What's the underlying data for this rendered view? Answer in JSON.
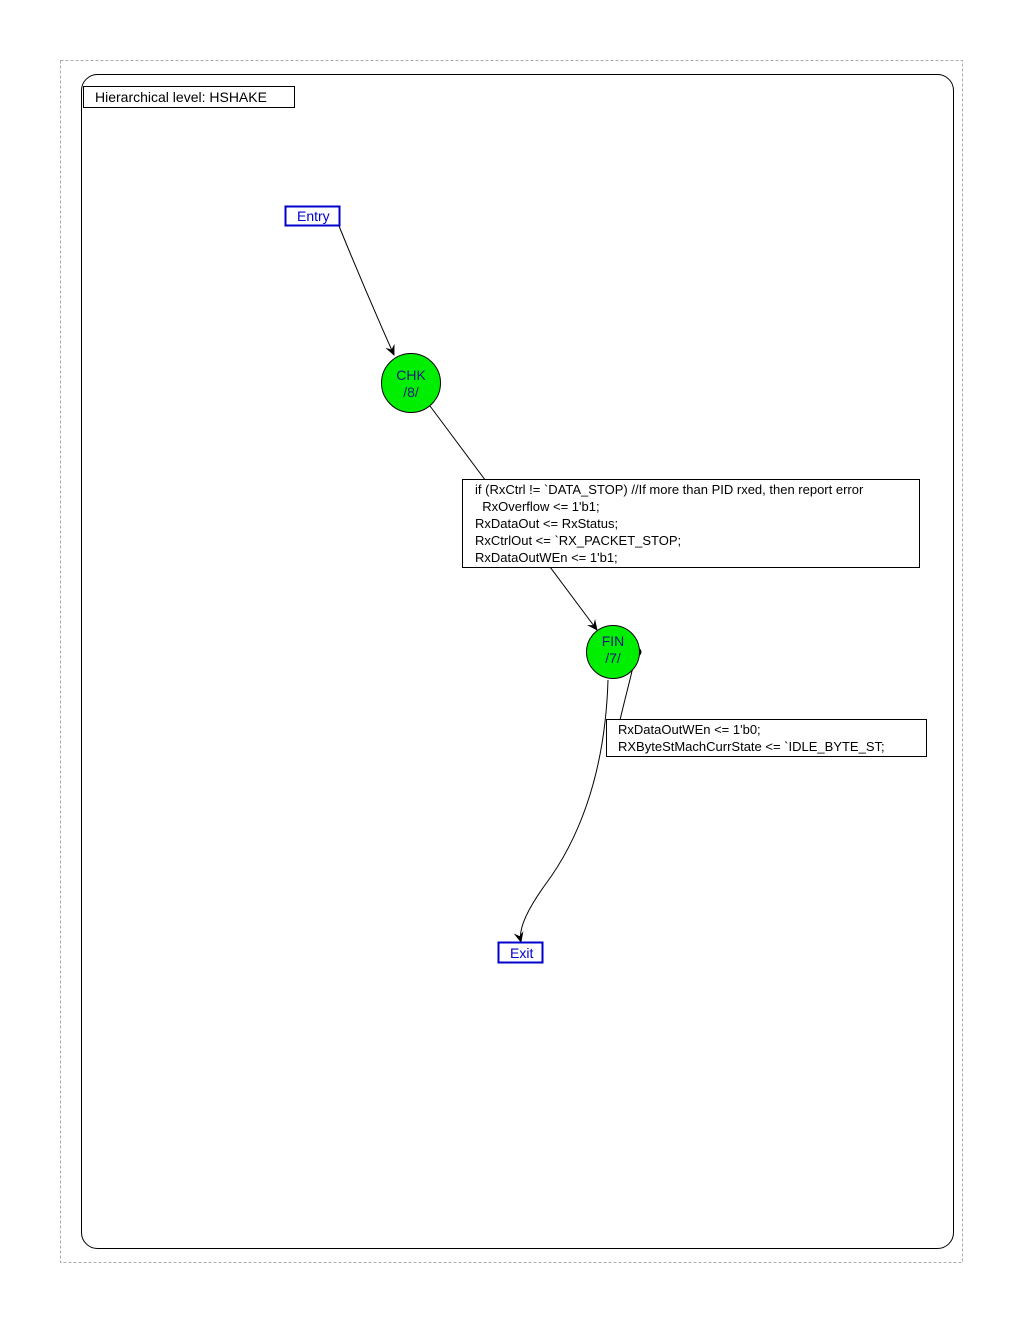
{
  "diagram": {
    "level_label": "Hierarchical level: HSHAKE",
    "entry": {
      "label": "Entry"
    },
    "exit": {
      "label": "Exit"
    },
    "states": [
      {
        "name": "CHK",
        "code": "/8/"
      },
      {
        "name": "FIN",
        "code": "/7/"
      }
    ],
    "actions": {
      "chk_to_fin": [
        "if (RxCtrl != `DATA_STOP) //If more than PID rxed, then report error",
        "  RxOverflow <= 1'b1;",
        "RxDataOut <= RxStatus;",
        "RxCtrlOut <= `RX_PACKET_STOP;",
        "RxDataOutWEn <= 1'b1;"
      ],
      "fin_exit": [
        "RxDataOutWEn <= 1'b0;",
        "RXByteStMachCurrState <= `IDLE_BYTE_ST;"
      ]
    },
    "colors": {
      "state_fill": "#00ee00",
      "state_text": "#1a1a80",
      "terminal_border": "#0000cc",
      "terminal_text": "#0000cc",
      "border": "#000000",
      "outer_dash": "#aaaaaa"
    }
  }
}
